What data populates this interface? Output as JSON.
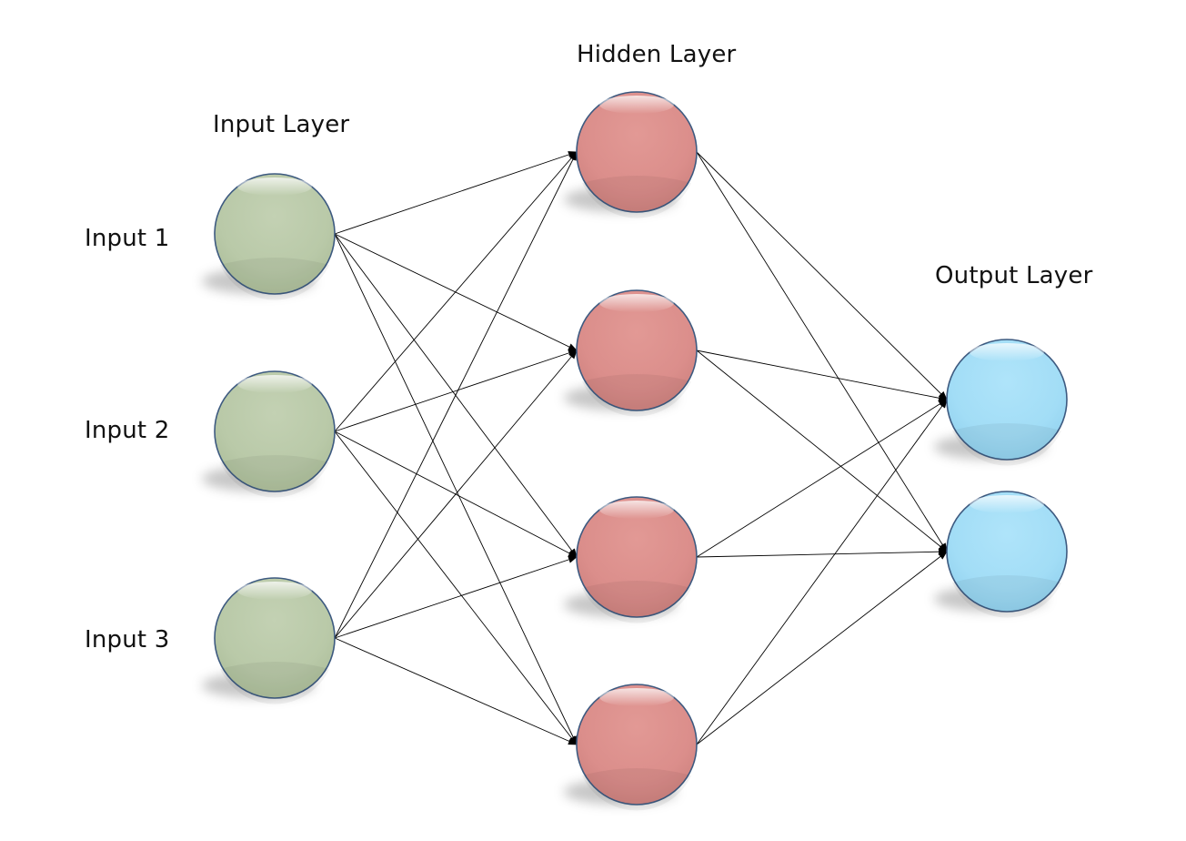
{
  "layers": {
    "input": {
      "title": "Input Layer",
      "nodes": [
        "Input 1",
        "Input 2",
        "Input 3"
      ],
      "color": "#bccbab"
    },
    "hidden": {
      "title": "Hidden Layer",
      "node_count": 4,
      "color": "#dc908d"
    },
    "output": {
      "title": "Output Layer",
      "node_count": 2,
      "color": "#a5dff7"
    }
  },
  "connections": "fully-connected",
  "edge_color": "#000000",
  "node_outline_color": "#3d5a80"
}
